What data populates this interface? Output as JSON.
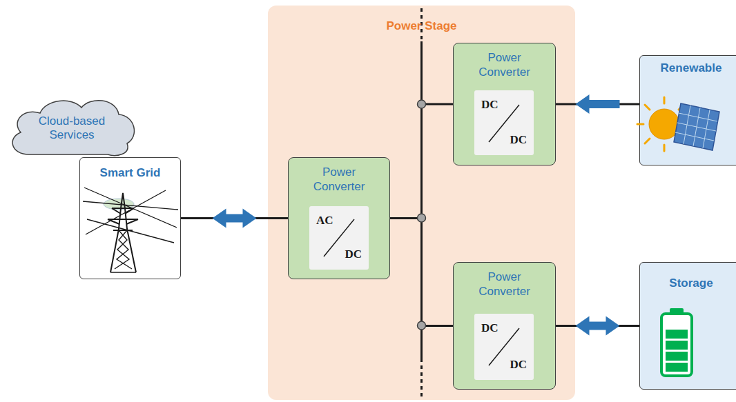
{
  "diagram": {
    "nodes": [
      {
        "text": [
          "Cloud-based Services"
        ]
      },
      {
        "text": [
          "Smart Grid"
        ]
      },
      {
        "text": [
          "Power Stage"
        ]
      },
      {
        "text": [
          "Power Converter"
        ],
        "in": 2
      },
      {
        "text": [
          "AC",
          "DC"
        ],
        "in": 3
      },
      {
        "text": [
          "Power Converter"
        ],
        "in": 2
      },
      {
        "text": [
          "DC",
          "DC"
        ],
        "in": 5
      },
      {
        "text": [
          "Power Converter"
        ],
        "in": 2
      },
      {
        "text": [
          "DC",
          "DC"
        ],
        "in": 7
      },
      {
        "text": [
          "Renewable"
        ]
      },
      {
        "text": [
          "Storage"
        ]
      }
    ],
    "edges": [
      {
        "from": 1,
        "to": 3,
        "arrow": "both"
      },
      {
        "from": 3,
        "to": 5,
        "arrow": "none"
      },
      {
        "from": 3,
        "to": 7,
        "arrow": "none"
      },
      {
        "from": 9,
        "to": 5,
        "arrow": "to"
      },
      {
        "from": 10,
        "to": 7,
        "arrow": "both"
      }
    ]
  }
}
